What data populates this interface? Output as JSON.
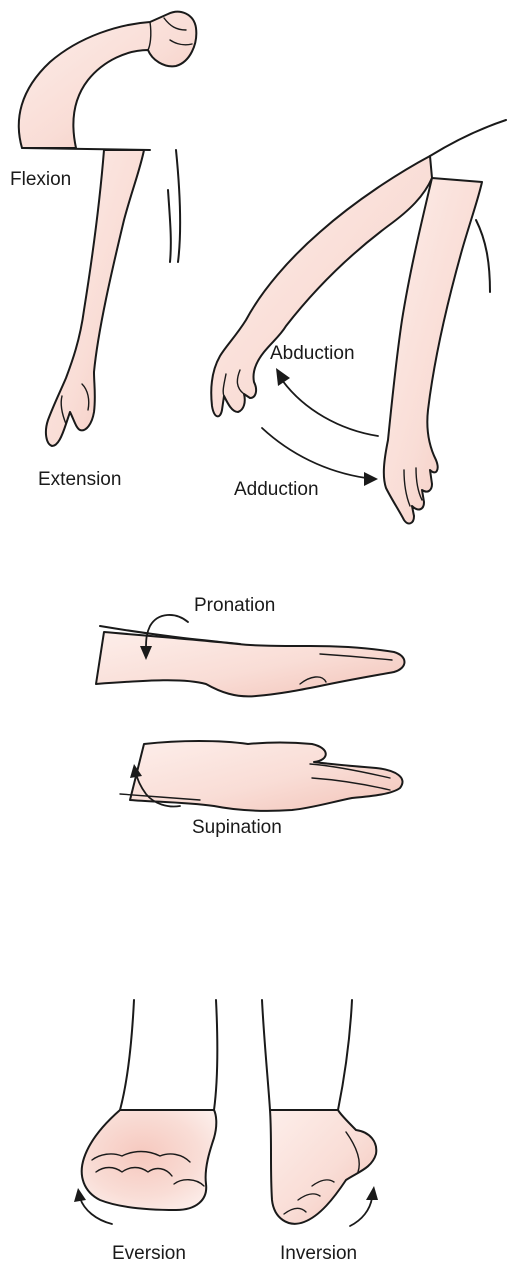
{
  "labels": {
    "flexion": "Flexion",
    "extension": "Extension",
    "abduction": "Abduction",
    "adduction": "Adduction",
    "pronation": "Pronation",
    "supination": "Supination",
    "eversion": "Eversion",
    "inversion": "Inversion"
  },
  "colors": {
    "skin_light": "#fde9e4",
    "skin_mid": "#f7cfc6",
    "skin_dark": "#eba79b",
    "outline": "#1a1a1a"
  }
}
